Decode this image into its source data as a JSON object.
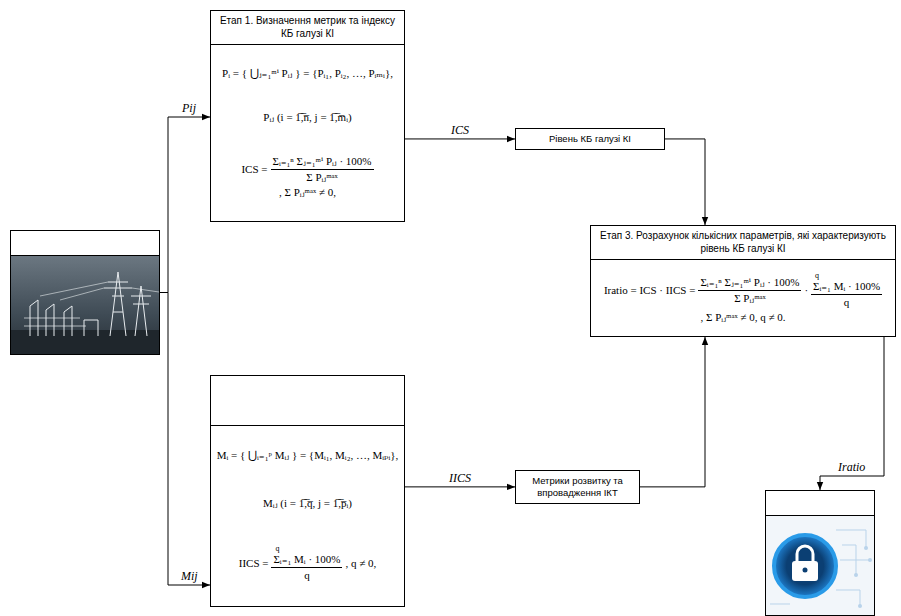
{
  "diagram": {
    "nodes": [
      {
        "text": []
      },
      {
        "text": [
          "Етап 1. Визначення метрик та індексу КБ галузі КІ",
          "Pᵢ = { ⋃ⱼ₌₁ᵐⁱ Pᵢⱼ } = {Pᵢ₁, Pᵢ₂, …, Pᵢₘᵢ},",
          "Pᵢⱼ (i = 1̅,̅n̅, j = 1̅,̅m̅ᵢ)",
          "ICS =",
          "Σᵢ₌₁ⁿ Σⱼ₌₁ᵐⁱ Pᵢⱼ · 100%",
          "Σ Pᵢⱼᵐᵃˣ",
          ", Σ Pᵢⱼᵐᵃˣ ≠ 0,"
        ]
      },
      {
        "text": [
          "Mᵢ = { ⋃ᵢ₌₁ᵖ Mᵢⱼ } = {Mᵢ₁, Mᵢ₂, …, Mᵢₚᵢ},",
          "Mᵢⱼ (i = 1̅,̅q̅, j = 1̅,̅p̅ᵢ)",
          "IICS =",
          "q",
          "Σᵢ₌₁ Mᵢ · 100%",
          "q",
          ", q ≠ 0,"
        ]
      },
      {
        "text": [
          "Рівень КБ галузі КІ"
        ]
      },
      {
        "text": [
          "Метрики розвитку та впровадження ІКТ"
        ]
      },
      {
        "text": [
          "Етап 3. Розрахунок кількісних параметрів, які характеризують рівень КБ галузі КІ",
          "Iratio = ICS · IICS =",
          "Σᵢ₌₁ⁿ Σⱼ₌₁ᵐⁱ Pᵢⱼ · 100%",
          "Σ Pᵢⱼᵐᵃˣ",
          "·",
          "q",
          "Σᵢ₌₁ Mᵢ · 100%",
          "q",
          ", Σ Pᵢⱼᵐᵃˣ ≠ 0, q ≠ 0."
        ]
      },
      {
        "text": []
      }
    ],
    "edges": [
      {
        "from": 0,
        "to": 1,
        "arrow": "to",
        "label": "Pij"
      },
      {
        "from": 0,
        "to": 2,
        "arrow": "to",
        "label": "Mij"
      },
      {
        "from": 1,
        "to": 3,
        "arrow": "to",
        "label": "ICS"
      },
      {
        "from": 3,
        "to": 5,
        "arrow": "to"
      },
      {
        "from": 2,
        "to": 4,
        "arrow": "to",
        "label": "IICS"
      },
      {
        "from": 4,
        "to": 5,
        "arrow": "to"
      },
      {
        "from": 5,
        "to": 6,
        "arrow": "to",
        "label": "Iratio"
      }
    ]
  }
}
